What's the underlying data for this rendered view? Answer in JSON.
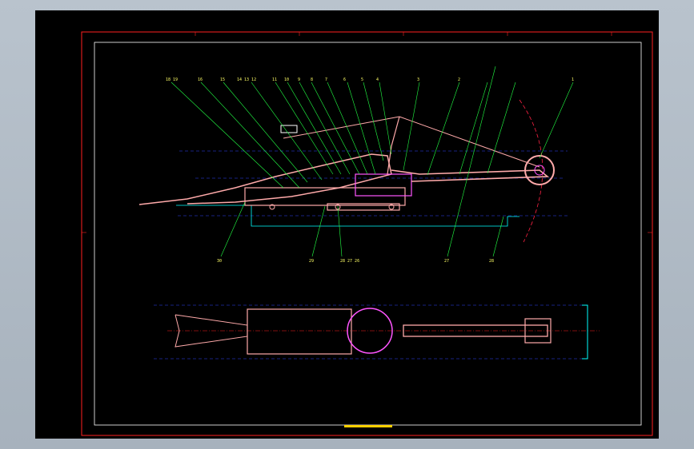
{
  "drawing": {
    "colors": {
      "background": "#000000",
      "outer_border": "#ff2020",
      "inner_border": "#ffffff",
      "leader": "#22ff44",
      "machine": "#ffaaaa",
      "machine_accent": "#ff55ff",
      "ground": "#00ffff",
      "centerline": "#3344ff",
      "arc": "#ff2244",
      "label": "#ffff66"
    },
    "title_bar_color": "#ffd000",
    "upper_labels": [
      "18 19",
      "16",
      "15",
      "14 13 12",
      "11",
      "10",
      "9",
      "8",
      "7",
      "6",
      "5",
      "4",
      "3",
      "2",
      "1"
    ],
    "lower_labels": [
      "30",
      "29",
      "28 27 26",
      "27",
      "28"
    ]
  }
}
